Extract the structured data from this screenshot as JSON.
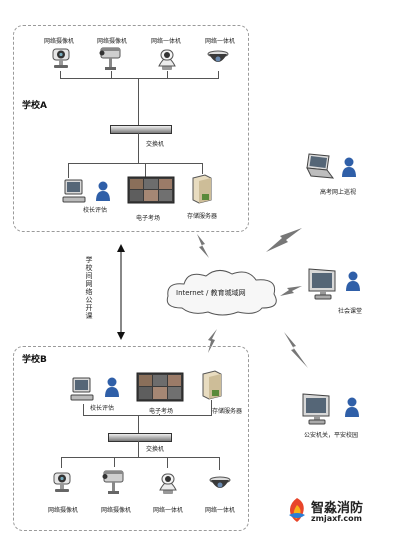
{
  "school_a": {
    "title": "学校A",
    "cameras": [
      "网络摄像机",
      "网络摄像机",
      "网络一体机",
      "网络一体机"
    ],
    "switch_label": "交换机",
    "devices": [
      "校长评估",
      "电子考场",
      "存储服务器"
    ]
  },
  "school_b": {
    "title": "学校B",
    "cameras": [
      "网络摄像机",
      "网络摄像机",
      "网络一体机",
      "网络一体机"
    ],
    "switch_label": "交换机",
    "devices": [
      "校长评估",
      "电子考场",
      "存储服务器"
    ]
  },
  "link_label": "学校间网络公开课",
  "cloud_label": "Internet / 教育城域网",
  "remote_clients": [
    "高考网上巡视",
    "社会课堂",
    "公安机关，平安校园"
  ],
  "logo": {
    "name": "智淼消防",
    "url": "zmjaxf.com"
  }
}
